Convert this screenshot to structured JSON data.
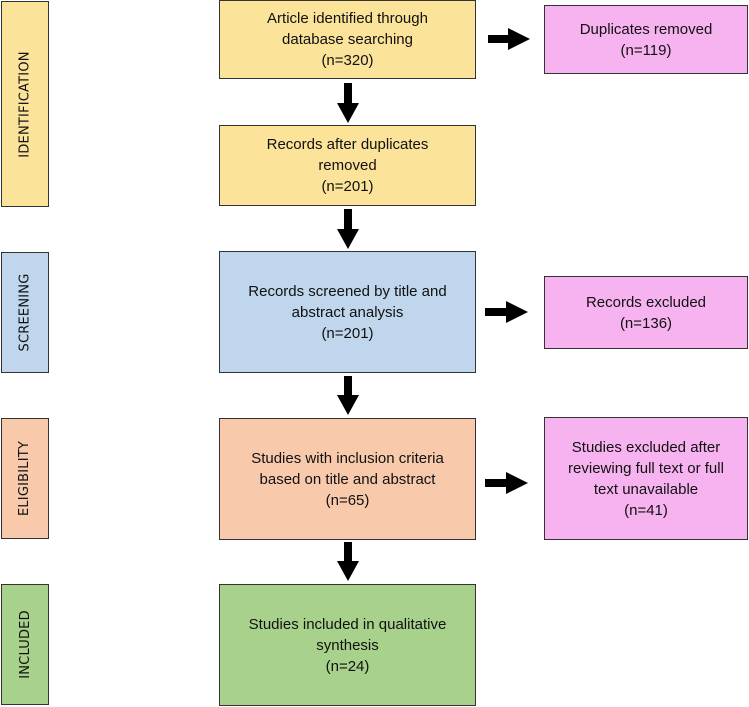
{
  "colors": {
    "identification": "#fbe39a",
    "screening": "#bfd6ec",
    "eligibility": "#f8caab",
    "included": "#a8d18c",
    "excluded": "#f7b2f0"
  },
  "stages": {
    "identification": "IDENTIFICATION",
    "screening": "SCREENING",
    "eligibility": "ELIGIBILITY",
    "included": "INCLUDED"
  },
  "boxes": {
    "identified": {
      "line1": "Article identified through",
      "line2": "database searching",
      "count": "(n=320)"
    },
    "duplicates_removed": {
      "line1": "Duplicates removed",
      "count": "(n=119)"
    },
    "after_duplicates": {
      "line1": "Records after duplicates",
      "line2": "removed",
      "count": "(n=201)"
    },
    "screened": {
      "line1": "Records screened by title and",
      "line2": "abstract analysis",
      "count": "(n=201)"
    },
    "records_excluded": {
      "line1": "Records excluded",
      "count": "(n=136)"
    },
    "inclusion_criteria": {
      "line1": "Studies with inclusion criteria",
      "line2": "based on title and abstract",
      "count": "(n=65)"
    },
    "excluded_full_text": {
      "line1": "Studies excluded after",
      "line2": "reviewing full text or full",
      "line3": "text unavailable",
      "count": "(n=41)"
    },
    "included": {
      "line1": "Studies included in qualitative",
      "line2": "synthesis",
      "count": "(n=24)"
    }
  }
}
